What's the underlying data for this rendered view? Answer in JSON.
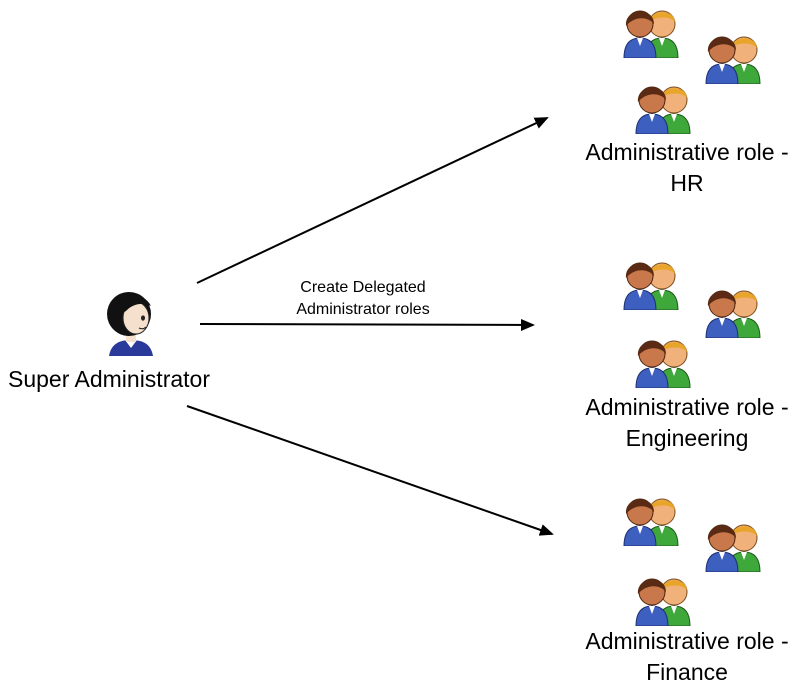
{
  "super_admin": {
    "label": "Super Administrator",
    "icon": "person-icon"
  },
  "center_arrow_caption": {
    "line1": "Create Delegated",
    "line2": "Administrator roles"
  },
  "roles": [
    {
      "line1": "Administrative role -",
      "line2": "HR",
      "icon": "user-group-icon"
    },
    {
      "line1": "Administrative role -",
      "line2": "Engineering",
      "icon": "user-group-icon"
    },
    {
      "line1": "Administrative role -",
      "line2": "Finance",
      "icon": "user-group-icon"
    }
  ],
  "colors": {
    "arrow": "#000000",
    "person_hair": "#111111",
    "person_skin": "#f4e0cc",
    "person_shirt": "#2a3a9a",
    "group_front_shirt": "#3d5fc0",
    "group_back_shirt": "#3ea83a",
    "group_front_hair": "#5a2a14",
    "group_back_hair": "#e8a52a",
    "group_skin": "#f0b27a"
  }
}
